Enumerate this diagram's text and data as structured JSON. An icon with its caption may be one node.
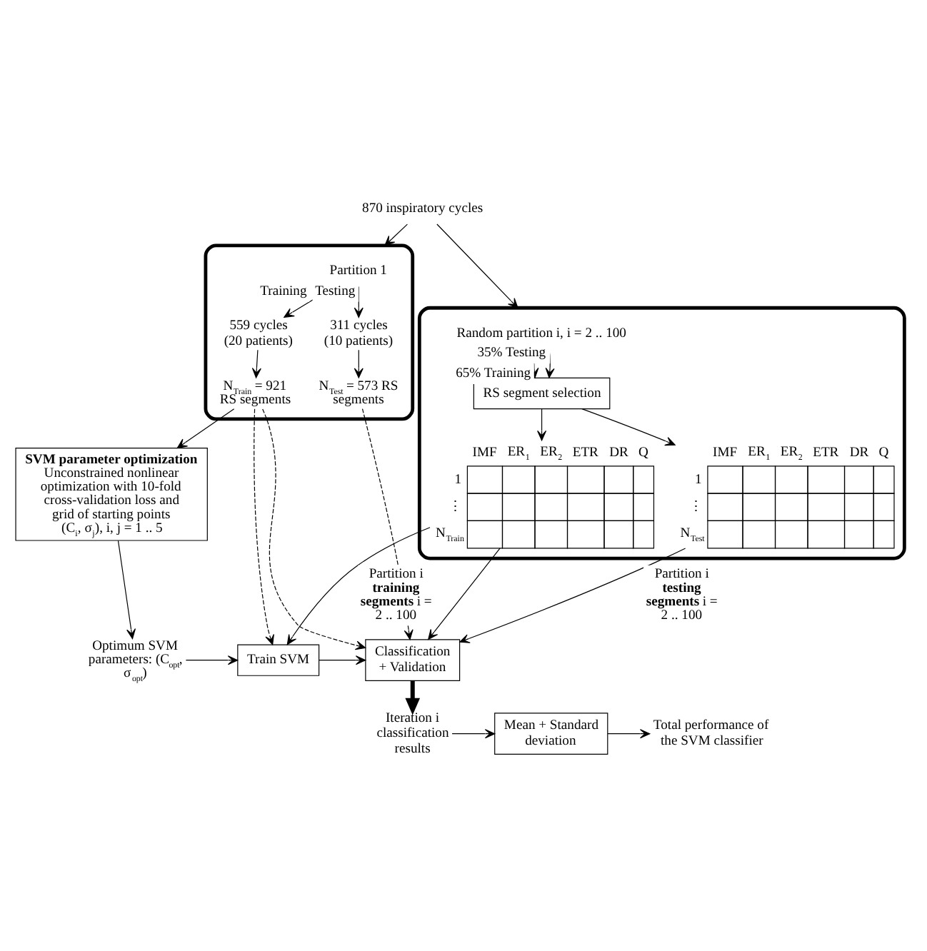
{
  "diagram": {
    "nodes": [
      {
        "text": [
          "870 inspiratory cycles"
        ]
      },
      {
        "text": [],
        "shape": "box"
      },
      {
        "text": [
          "Partition 1"
        ],
        "in": 1
      },
      {
        "text": [
          "559 cycles (20 patients)"
        ],
        "in": 1
      },
      {
        "text": [
          "311 cycles (10 patients)"
        ],
        "in": 1
      },
      {
        "text": [
          "N$_{Train}$ = 921 RS segments"
        ],
        "in": 1
      },
      {
        "text": [
          "N$_{Test}$ = 573 RS segments"
        ],
        "in": 1
      },
      {
        "text": [],
        "shape": "box"
      },
      {
        "text": [
          "Random partition i, i = 2 .. 100"
        ],
        "in": 7
      },
      {
        "text": [
          "RS segment selection"
        ],
        "in": 7
      },
      {
        "text": [
          "IMF",
          "ER$_{1}$",
          "ER$_{2}$",
          "ETR",
          "DR",
          "Q",
          "1",
          "⋮",
          "N$_{Train}$"
        ],
        "in": 7
      },
      {
        "text": [
          "IMF",
          "ER$_{1}$",
          "ER$_{2}$",
          "ETR",
          "DR",
          "Q",
          "1",
          "⋮",
          "N$_{Test}$"
        ],
        "in": 7
      },
      {
        "text": [
          "SVM parameter optimization",
          "Unconstrained nonlinear optimization with 10-fold cross-validation loss and grid of starting points (C$_{i}$, σ$_{j}$), i, j = 1 .. 5"
        ]
      },
      {
        "text": [
          "Optimum SVM parameters: (C$_{opt}$, σ$_{opt}$)"
        ]
      },
      {
        "text": [
          "Train SVM"
        ]
      },
      {
        "text": [
          "Classification + Validation"
        ]
      },
      {
        "text": [
          "Iteration i classification results"
        ]
      },
      {
        "text": [
          "Mean + Standard deviation"
        ]
      },
      {
        "text": [
          "Total performance of the SVM classifier"
        ]
      }
    ],
    "edges": [
      {
        "from": 0,
        "to": 1,
        "arrow": "to"
      },
      {
        "from": 0,
        "to": 7,
        "arrow": "to"
      },
      {
        "from": 2,
        "to": 3,
        "arrow": "to",
        "label": "Training"
      },
      {
        "from": 2,
        "to": 4,
        "arrow": "to",
        "label": "Testing"
      },
      {
        "from": 3,
        "to": 5,
        "arrow": "to"
      },
      {
        "from": 4,
        "to": 6,
        "arrow": "to"
      },
      {
        "from": 8,
        "to": 9,
        "arrow": "to",
        "label": "65% Training"
      },
      {
        "from": 8,
        "to": 9,
        "arrow": "to",
        "label": "35% Testing"
      },
      {
        "from": 9,
        "to": 10,
        "arrow": "to"
      },
      {
        "from": 9,
        "to": 11,
        "arrow": "to"
      },
      {
        "from": 5,
        "to": 12,
        "arrow": "to"
      },
      {
        "from": 5,
        "to": 14,
        "arrow": "to",
        "style": "dashed"
      },
      {
        "from": 5,
        "to": 15,
        "arrow": "to",
        "style": "dashed"
      },
      {
        "from": 6,
        "to": 15,
        "arrow": "to",
        "style": "dashed"
      },
      {
        "from": 10,
        "to": 14,
        "arrow": "to",
        "label": "Partition i **training segments** i = 2 .. 100"
      },
      {
        "from": 10,
        "to": 15,
        "arrow": "to"
      },
      {
        "from": 11,
        "to": 15,
        "arrow": "to",
        "label": "Partition i **testing segments** i = 2 .. 100"
      },
      {
        "from": 12,
        "to": 13,
        "arrow": "to"
      },
      {
        "from": 13,
        "to": 14,
        "arrow": "to"
      },
      {
        "from": 14,
        "to": 15,
        "arrow": "to"
      },
      {
        "from": 15,
        "to": 16,
        "arrow": "to",
        "style": "thick"
      },
      {
        "from": 16,
        "to": 17,
        "arrow": "to"
      },
      {
        "from": 17,
        "to": 18,
        "arrow": "to"
      }
    ]
  }
}
